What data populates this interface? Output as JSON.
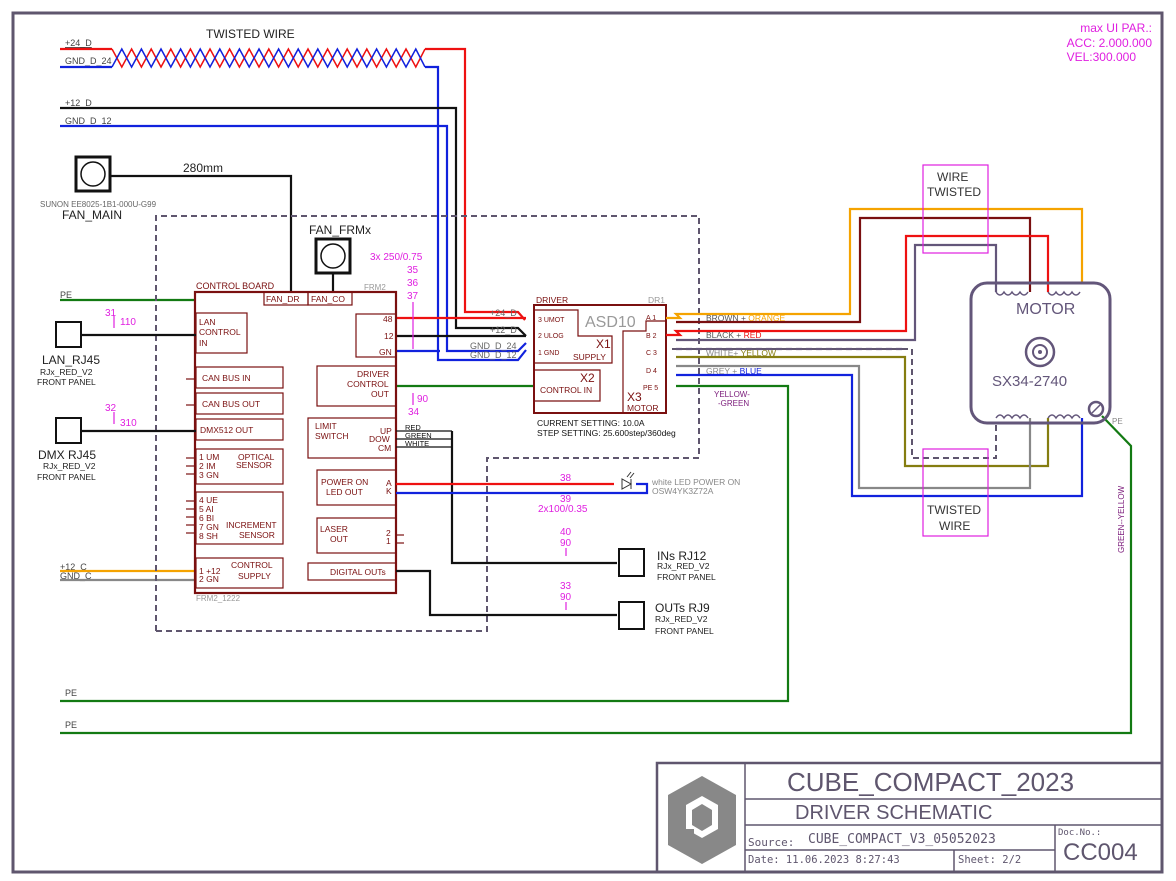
{
  "sheet": {
    "max_params": {
      "title": "max UI PAR.:",
      "acc": "ACC: 2.000.000",
      "vel": "VEL:300.000"
    },
    "twisted_wire_label": "TWISTED WIRE",
    "nets": {
      "p24d": "+24_D",
      "gnd24": "GND_D_24",
      "p12d": "+12_D",
      "gnd12": "GND_D_12",
      "p12c": "+12_C",
      "gndc": "GND_C",
      "pe": "PE"
    },
    "fan_main": {
      "part": "SUNON EE8025-1B1-000U-G99",
      "name": "FAN_MAIN",
      "length": "280mm"
    },
    "fan_frm": {
      "name": "FAN_FRMx"
    },
    "control_board": {
      "title": "CONTROL BOARD",
      "ref": "FRM2",
      "footer": "FRM2_1222",
      "fan_dr": "FAN_DR",
      "fan_co": "FAN_CO",
      "lan": [
        "LAN",
        "CONTROL",
        "IN"
      ],
      "can_in": "CAN BUS IN",
      "can_out": "CAN BUS OUT",
      "dmx": "DMX512 OUT",
      "optical": {
        "pins": [
          "1  UM",
          "2  IM",
          "3  GN"
        ],
        "label": [
          "OPTICAL",
          "SENSOR"
        ]
      },
      "increment": {
        "pins": [
          "4  UE",
          "5  AI",
          "6  BI",
          "7  GN",
          "8  SH"
        ],
        "label": [
          "INCREMENT",
          "SENSOR"
        ]
      },
      "supply": {
        "pins": [
          "1  +12",
          "2  GN"
        ],
        "label": [
          "CONTROL",
          "SUPPLY"
        ]
      },
      "power_pins": [
        "48",
        "12",
        "GN"
      ],
      "driver_ctrl": [
        "DRIVER",
        "CONTROL",
        "OUT"
      ],
      "limit": {
        "label": [
          "LIMIT",
          "SWITCH"
        ],
        "pins": [
          "UP",
          "DOW",
          "CM"
        ],
        "wires": [
          "RED",
          "GREEN",
          "WHITE"
        ]
      },
      "power_led": {
        "label": [
          "POWER ON",
          "LED OUT"
        ],
        "pins": [
          "A",
          "K"
        ]
      },
      "laser": {
        "label": [
          "LASER",
          "OUT"
        ],
        "pins": [
          "2",
          "1"
        ]
      },
      "digital": "DIGITAL OUTs"
    },
    "driver": {
      "title": "DRIVER",
      "ref": "DR1",
      "model": "ASD10",
      "supply_pins": [
        "3  UMOT",
        "2  ULOG",
        "1  GND"
      ],
      "x1": "X1",
      "x1_label": "SUPPLY",
      "x2": "X2",
      "x2_label": "CONTROL IN",
      "x3": "X3",
      "x3_label": "MOTOR",
      "motor_pins": [
        "A  1",
        "B  2",
        "C  3",
        "D  4",
        "PE  5"
      ],
      "current": "CURRENT SETTING: 10.0A",
      "step": "STEP SETTING: 25.600step/360deg"
    },
    "motor_wires": {
      "a": [
        "BROWN + ",
        "ORANGE"
      ],
      "b": [
        "BLACK + ",
        "RED"
      ],
      "c": [
        "WHITE+ ",
        "YELLOW"
      ],
      "d": [
        "GREY + ",
        "BLUE"
      ],
      "pe": [
        "YELLOW-",
        "-GREEN"
      ]
    },
    "motor": {
      "label": "MOTOR",
      "model": "SX34-2740",
      "pe": "PE",
      "ground_wire": "GREEN--YELLOW",
      "wire_twisted_top": [
        "WIRE",
        "TWISTED"
      ],
      "twisted_wire_bottom": [
        "TWISTED",
        "WIRE"
      ]
    },
    "cable_marks": {
      "power": [
        "3x 250/0.75",
        "35",
        "36",
        "37"
      ],
      "lan": [
        "31",
        "110"
      ],
      "dmx": [
        "32",
        "310"
      ],
      "ctrl": [
        "90",
        "34"
      ],
      "led": [
        "38",
        "39",
        "2x100/0.35"
      ],
      "ins": [
        "40",
        "90"
      ],
      "outs": [
        "33",
        "90"
      ]
    },
    "connectors": {
      "lan": {
        "name": "LAN_RJ45",
        "type": "RJx_RED_V2",
        "loc": "FRONT PANEL"
      },
      "dmx": {
        "name": "DMX RJ45",
        "type": "RJx_RED_V2",
        "loc": "FRONT PANEL"
      },
      "ins": {
        "name": "INs RJ12",
        "type": "RJx_RED_V2",
        "loc": "FRONT PANEL"
      },
      "outs": {
        "name": "OUTs RJ9",
        "type": "RJx_RED_V2",
        "loc": "FRONT PANEL"
      }
    },
    "led": {
      "desc": "white LED POWER ON",
      "part": "OSW4YK3Z72A"
    },
    "title_block": {
      "project": "CUBE_COMPACT_2023",
      "subtitle": "DRIVER SCHEMATIC",
      "source_label": "Source:",
      "source": "CUBE_COMPACT_V3_05052023",
      "date": "Date: 11.06.2023 8:27:43",
      "sheet": "Sheet: 2/2",
      "doc_label": "Doc.No.:",
      "doc_no": "CC004"
    },
    "colors": {
      "frame": "#5f566e",
      "board": "#7a1010",
      "magenta": "#e020e0",
      "red": "#ee1111",
      "blue": "#1122dd",
      "green": "#137a13",
      "orange": "#f5a300",
      "grey": "#888888",
      "olive": "#857d10",
      "maroon": "#7a0f10",
      "purple": "#63567a"
    }
  }
}
